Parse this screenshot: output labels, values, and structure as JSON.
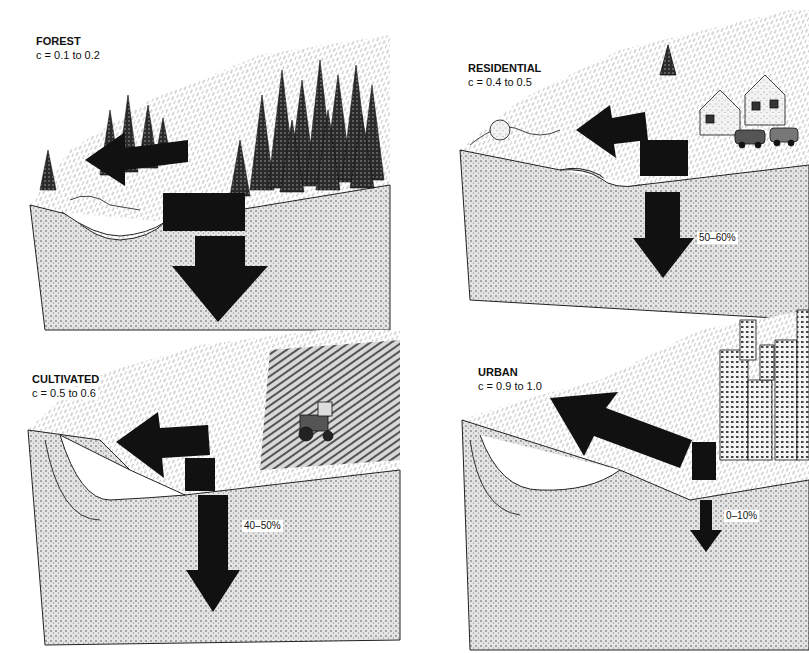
{
  "diagram": {
    "labels": [
      "FOREST",
      "c = 0.1 to 0.2",
      "RESIDENTIAL",
      "c = 0.4 to 0.5",
      "50–60%",
      "CULTIVATED",
      "c = 0.5 to 0.6",
      "40–50%",
      "URBAN",
      "c = 0.9 to 1.0",
      "0–10%"
    ]
  }
}
